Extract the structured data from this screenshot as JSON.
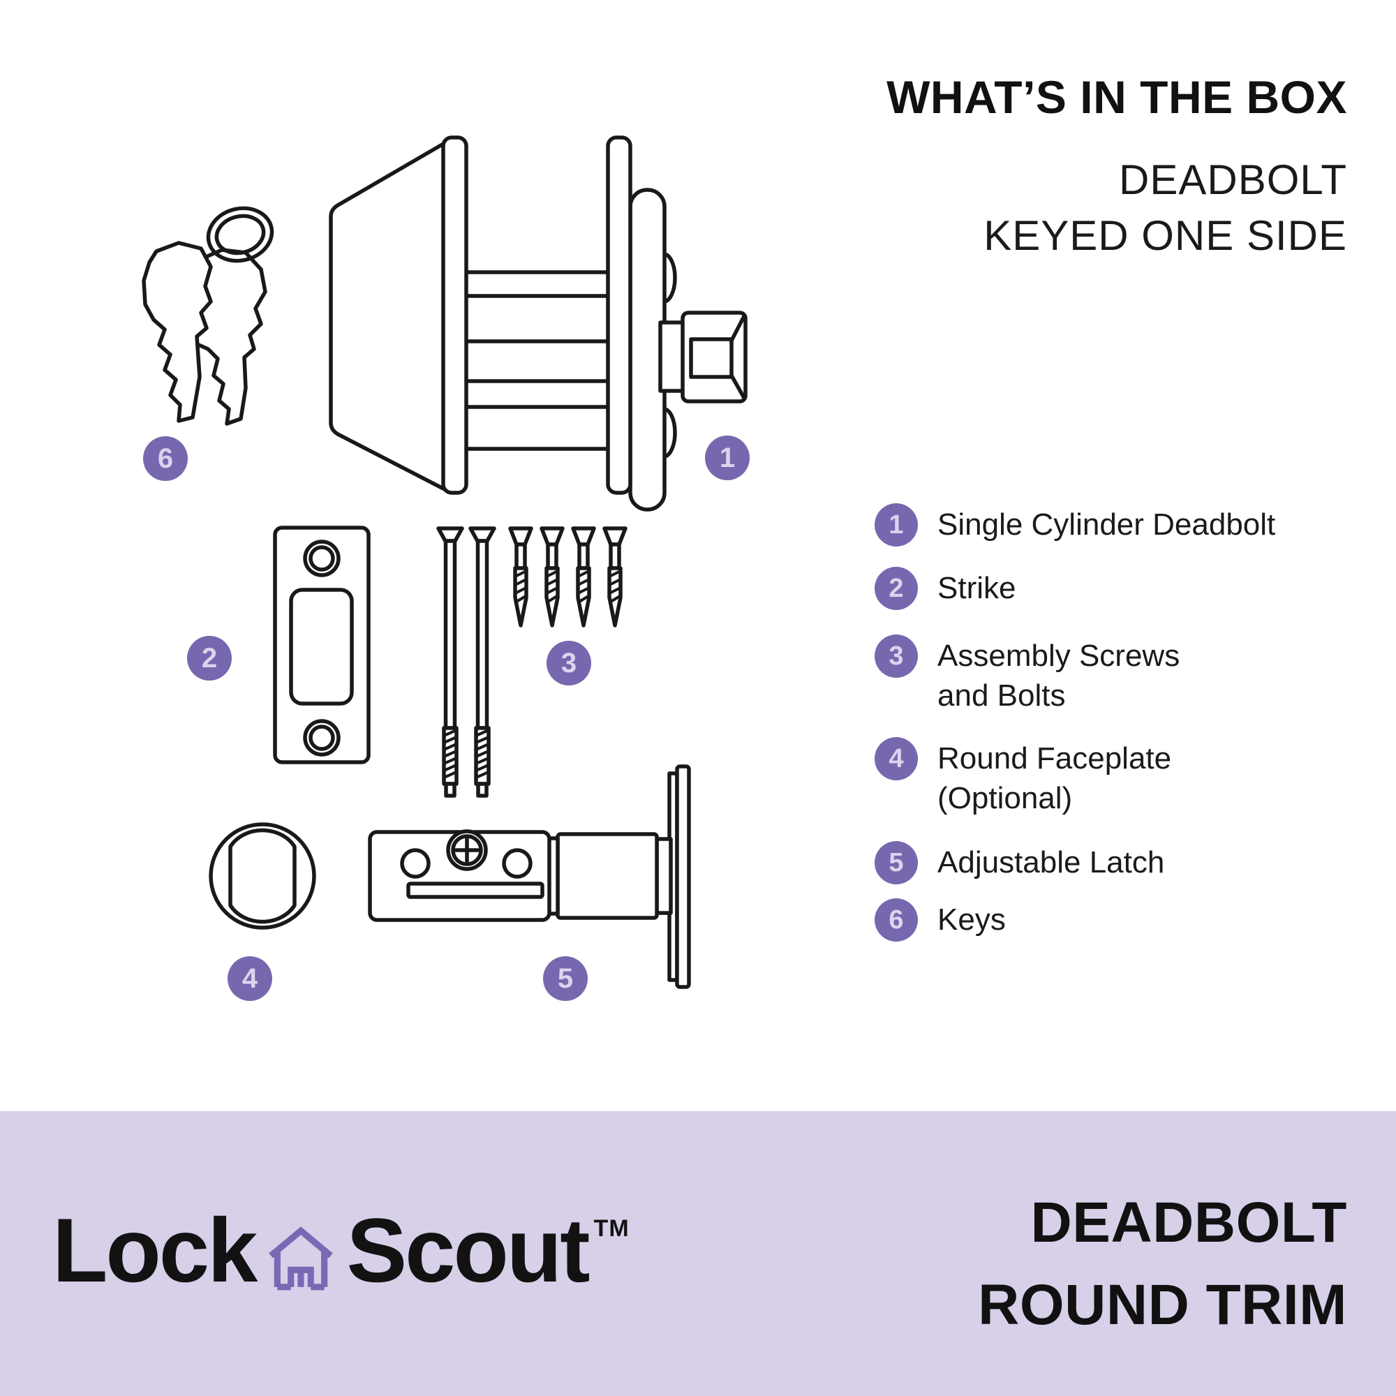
{
  "colors": {
    "accent_purple": "#7767AF",
    "badge_number": "#DAD4EE",
    "footer_background": "#D7D0E8",
    "line_ink": "#191919",
    "logo_house_purple": "#7B68B5"
  },
  "header": {
    "title": "WHAT’S IN THE BOX",
    "subtitle_line1": "DEADBOLT",
    "subtitle_line2": "KEYED ONE SIDE"
  },
  "legend": {
    "items": [
      {
        "num": "1",
        "line1": "Single Cylinder Deadbolt",
        "line2": ""
      },
      {
        "num": "2",
        "line1": "Strike",
        "line2": ""
      },
      {
        "num": "3",
        "line1": "Assembly Screws",
        "line2": "and Bolts"
      },
      {
        "num": "4",
        "line1": "Round Faceplate",
        "line2": "(Optional)"
      },
      {
        "num": "5",
        "line1": "Adjustable Latch",
        "line2": ""
      },
      {
        "num": "6",
        "line1": "Keys",
        "line2": ""
      }
    ]
  },
  "diagram": {
    "badges": {
      "b1": "1",
      "b2": "2",
      "b3": "3",
      "b4": "4",
      "b5": "5",
      "b6": "6"
    },
    "parts": [
      "single-cylinder-deadbolt",
      "strike",
      "assembly-screws-and-bolts",
      "round-faceplate-optional",
      "adjustable-latch",
      "keys"
    ]
  },
  "footer": {
    "brand_part1": "Lock",
    "brand_part2": "Scout",
    "trademark": "TM",
    "product_line1": "DEADBOLT",
    "product_line2": "ROUND TRIM"
  }
}
